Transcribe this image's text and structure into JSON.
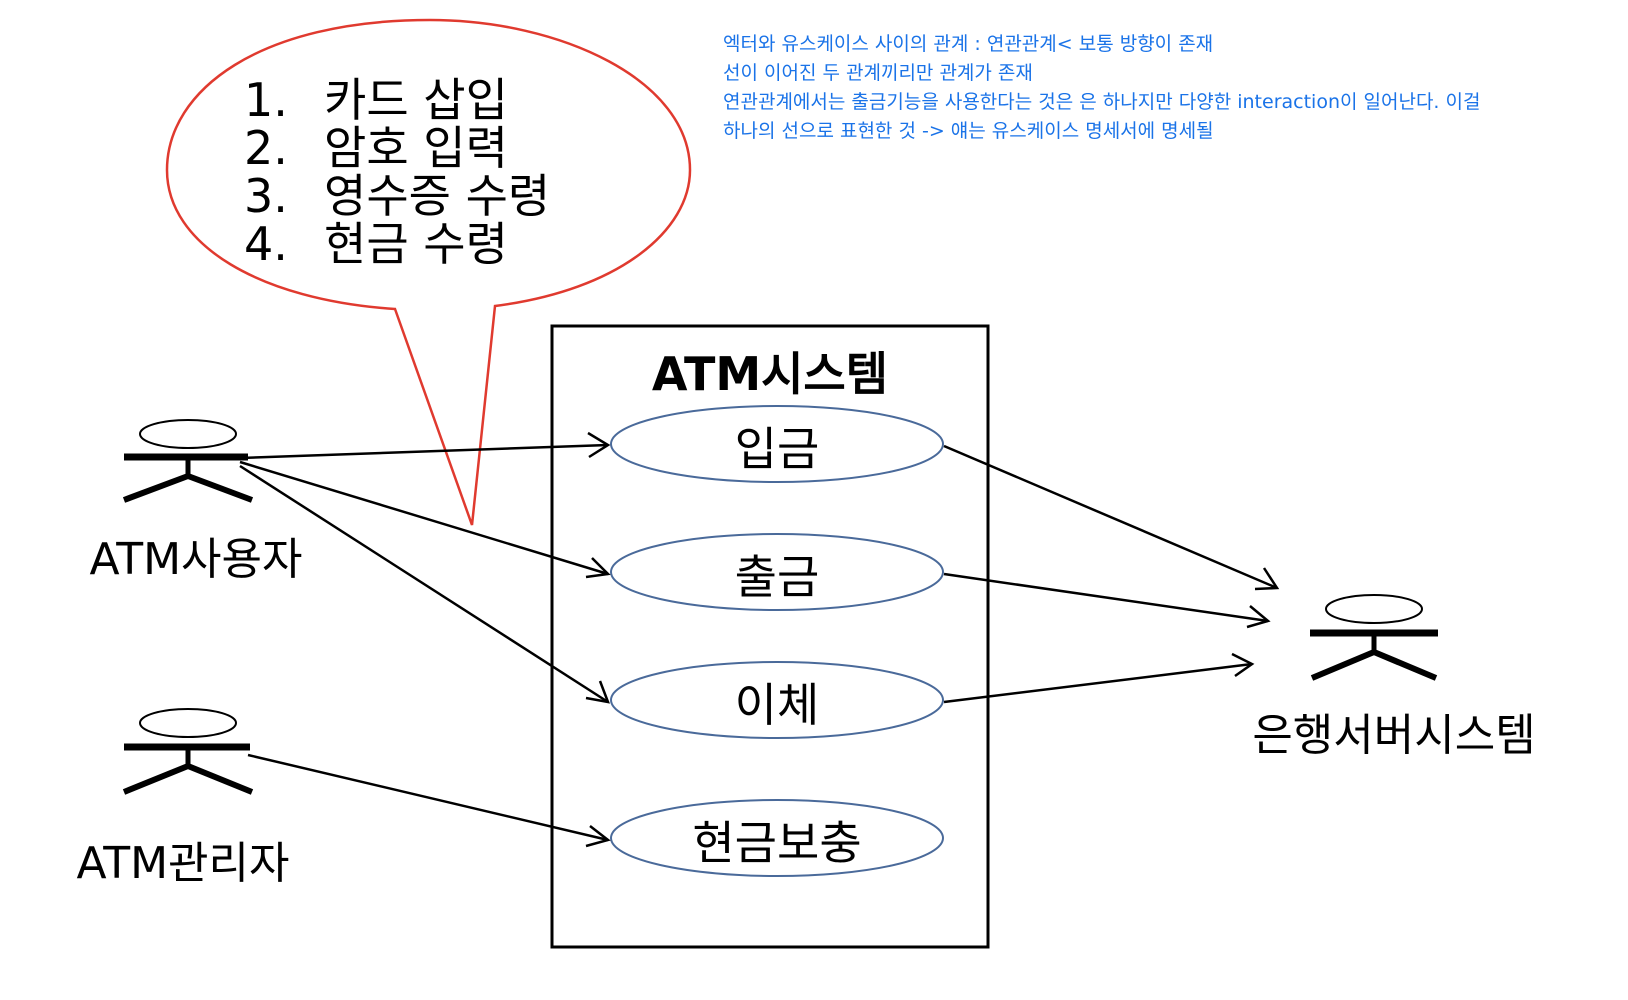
{
  "notes": [
    "엑터와 유스케이스 사이의 관계 : 연관관계< 보통 방향이 존재",
    "선이 이어진 두 관계끼리만 관계가 존재",
    "연관관계에서는 출금기능을 사용한다는 것은 은 하나지만 다양한 interaction이 일어난다. 이걸",
    "하나의 선으로 표현한 것 -> 얘는 유스케이스 명세서에 명세될"
  ],
  "callout": {
    "steps": [
      {
        "num": "1.",
        "text": "카드 삽입"
      },
      {
        "num": "2.",
        "text": "암호 입력"
      },
      {
        "num": "3.",
        "text": "영수증 수령"
      },
      {
        "num": "4.",
        "text": "현금 수령"
      }
    ],
    "border_color": "#e03a2f"
  },
  "system": {
    "title": "ATM시스템"
  },
  "actors": {
    "user": "ATM사용자",
    "admin": "ATM관리자",
    "bank": "은행서버시스템"
  },
  "use_cases": {
    "deposit": "입금",
    "withdraw": "출금",
    "transfer": "이체",
    "refill": "현금보충"
  },
  "colors": {
    "usecase_border": "#4a6a9a",
    "line": "#000000"
  }
}
